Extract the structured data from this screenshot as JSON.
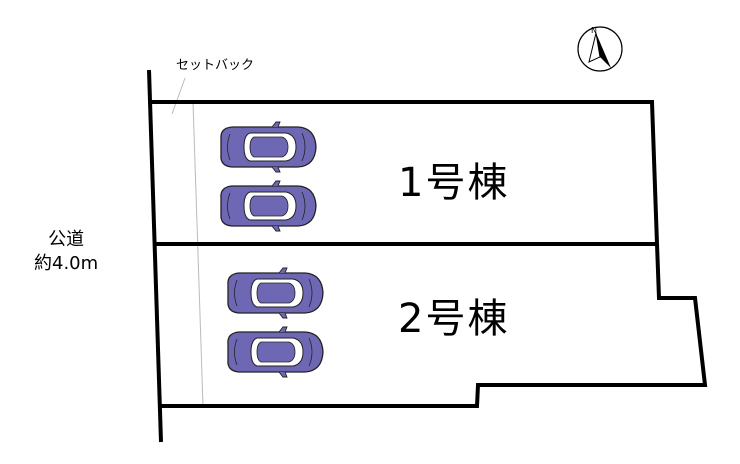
{
  "labels": {
    "setback": "セットバック",
    "road": "公道",
    "road_width": "約4.0m",
    "lot1": "1号棟",
    "lot2": "2号棟",
    "north": "N"
  },
  "colors": {
    "line": "#000000",
    "car_body": "#6e68b4",
    "car_window": "#ffffff",
    "setback_line": "#bbbbbb"
  },
  "icons": {
    "car": "car-top-view-icon",
    "compass": "north-arrow-icon"
  },
  "cars": [
    {
      "lot": 1,
      "index": 1
    },
    {
      "lot": 1,
      "index": 2
    },
    {
      "lot": 2,
      "index": 1
    },
    {
      "lot": 2,
      "index": 2
    }
  ]
}
